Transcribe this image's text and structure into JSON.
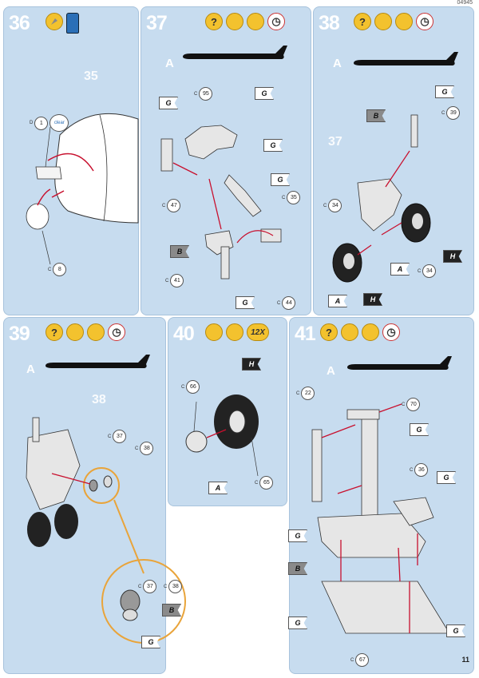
{
  "page": {
    "corner_code": "04945",
    "page_number": "11"
  },
  "steps": [
    {
      "number": "36",
      "icons": [
        "glue-icon",
        "paint-bottle-icon"
      ],
      "ghost_ref": "35",
      "callouts": [
        {
          "prefix": "D",
          "num": "1",
          "extra": "clear"
        },
        {
          "prefix": "C",
          "num": "8"
        }
      ]
    },
    {
      "number": "37",
      "icons": [
        "question-icon",
        "glue-icon",
        "paint-icon",
        "clock-icon"
      ],
      "variant": "A",
      "callouts": [
        {
          "prefix": "C",
          "num": "95"
        },
        {
          "prefix": "C",
          "num": "47"
        },
        {
          "prefix": "C",
          "num": "35"
        },
        {
          "prefix": "C",
          "num": "41"
        },
        {
          "prefix": "C",
          "num": "44"
        }
      ],
      "flags": [
        "G",
        "G",
        "G",
        "B",
        "G"
      ]
    },
    {
      "number": "38",
      "icons": [
        "question-icon",
        "glue-icon",
        "paint-icon",
        "clock-icon"
      ],
      "variant": "A",
      "ghost_ref": "37",
      "callouts": [
        {
          "prefix": "C",
          "num": "39"
        },
        {
          "prefix": "C",
          "num": "34"
        },
        {
          "prefix": "C",
          "num": "34"
        }
      ],
      "flags": [
        "G",
        "B",
        "A",
        "H",
        "A",
        "H"
      ]
    },
    {
      "number": "39",
      "icons": [
        "question-icon",
        "glue-icon",
        "paint-icon",
        "clock-icon"
      ],
      "variant": "A",
      "ghost_ref": "38",
      "callouts": [
        {
          "prefix": "C",
          "num": "37"
        },
        {
          "prefix": "C",
          "num": "38"
        },
        {
          "prefix": "C",
          "num": "37"
        },
        {
          "prefix": "C",
          "num": "38"
        }
      ],
      "flags": [
        "B",
        "G"
      ]
    },
    {
      "number": "40",
      "icons": [
        "glue-icon",
        "paint-icon"
      ],
      "multiplier": "12X",
      "callouts": [
        {
          "prefix": "C",
          "num": "66"
        },
        {
          "prefix": "C",
          "num": "65"
        }
      ],
      "flags": [
        "H",
        "A"
      ]
    },
    {
      "number": "41",
      "icons": [
        "question-icon",
        "glue-icon",
        "paint-icon",
        "clock-icon"
      ],
      "variant": "A",
      "callouts": [
        {
          "prefix": "C",
          "num": "22"
        },
        {
          "prefix": "C",
          "num": "70"
        },
        {
          "prefix": "C",
          "num": "36"
        },
        {
          "prefix": "C",
          "num": "67"
        }
      ],
      "flags": [
        "G",
        "G",
        "G",
        "B",
        "G",
        "G"
      ]
    }
  ],
  "icon_glyphs": {
    "question": "?",
    "clock": "◷"
  },
  "colors": {
    "panel": "#c7dcef",
    "highlight_circle": "#e9a43a",
    "arrow": "#c8102e",
    "icon_yellow": "#f3c22e"
  }
}
